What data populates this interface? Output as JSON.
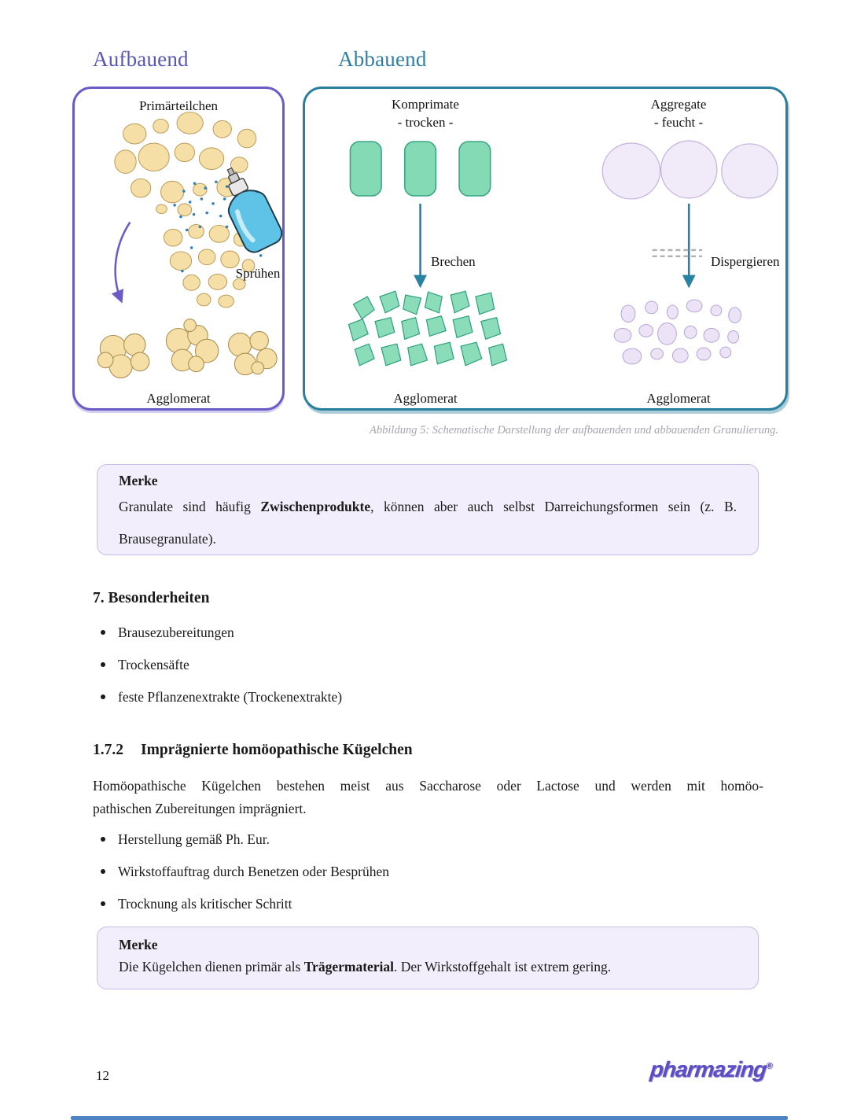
{
  "headings": {
    "left": "Aufbauend",
    "right": "Abbauend"
  },
  "diagram": {
    "left_box": {
      "top_label": "Primärteilchen",
      "spray_label": "Sprühen",
      "bottom_label": "Agglomerat"
    },
    "right_box": {
      "col1": {
        "title": "Komprimate",
        "subtitle": "- trocken -",
        "arrow_label": "Brechen",
        "bottom_label": "Agglomerat"
      },
      "col2": {
        "title": "Aggregate",
        "subtitle": "- feucht -",
        "arrow_label": "Dispergieren",
        "bottom_label": "Agglomerat"
      }
    },
    "caption": "Abbildung 5: Schematische Darstellung der aufbauenden und abbauenden Granulierung."
  },
  "merke1": {
    "title": "Merke",
    "line1_pre": "Granulate sind häufig ",
    "line1_bold": "Zwischenprodukte",
    "line1_post": ", können aber auch selbst Darreichungsformen sein (z. B.",
    "line2": "Brausegranulate)."
  },
  "section7": {
    "heading": "7. Besonderheiten",
    "bullets": [
      "Brausezubereitungen",
      "Trockensäfte",
      "feste Pflanzenextrakte (Trockenextrakte)"
    ]
  },
  "section172": {
    "number": "1.7.2",
    "title": "Imprägnierte homöopathische Kügelchen",
    "para_line1": "Homöopathische Kügelchen bestehen meist aus Saccharose oder Lactose und werden mit homöo-",
    "para_line2": "pathischen Zubereitungen imprägniert.",
    "bullets": [
      "Herstellung gemäß Ph. Eur.",
      "Wirkstoffauftrag durch Benetzen oder Besprühen",
      "Trocknung als kritischer Schritt"
    ]
  },
  "merke2": {
    "title": "Merke",
    "line_pre": "Die Kügelchen dienen primär als ",
    "line_bold": "Trägermaterial",
    "line_post": ". Der Wirkstoffgehalt ist extrem gering."
  },
  "footer": {
    "page_number": "12",
    "brand": "pharmazing",
    "registered": "®"
  },
  "colors": {
    "heading_left": "#5757ba",
    "heading_right": "#2e7fa3",
    "box_left_border": "#6a5cc8",
    "box_right_border": "#2a7f9e",
    "particle_fill": "#f6dfa6",
    "tablet_fill": "#85dab6",
    "fragment_fill": "#8bdcb8",
    "aggregate_fill": "#f1eaf9",
    "arrow_teal": "#2a82a2",
    "merke_bg": "#f3eefb",
    "caption_gray": "#a4a4b2",
    "logo_purple": "#5b4dc6",
    "bottom_bar_blue": "#4c84c4"
  },
  "icons": {
    "spray_bottle": "spray-bottle-icon",
    "curved_arrow": "curved-arrow-icon",
    "arrow_down": "arrow-down-icon",
    "spray_dots": "spray-dots-icon"
  }
}
